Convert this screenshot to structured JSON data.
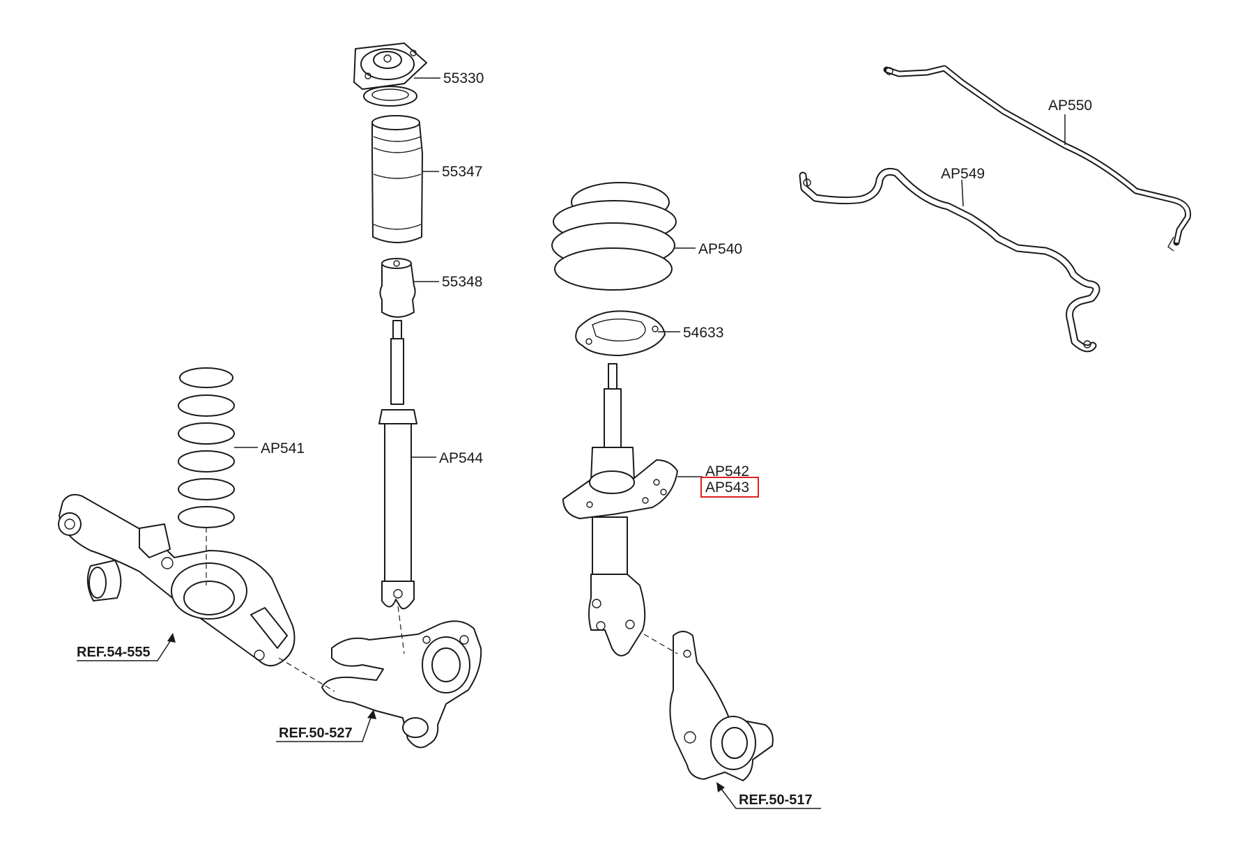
{
  "parts": {
    "p55330": "55330",
    "p55347": "55347",
    "p55348": "55348",
    "pAP544": "AP544",
    "pAP541": "AP541",
    "pAP540": "AP540",
    "p54633": "54633",
    "pAP542": "AP542",
    "pAP543": "AP543",
    "pAP550": "AP550",
    "pAP549": "AP549"
  },
  "refs": {
    "r54555": "REF.54-555",
    "r50527": "REF.50-527",
    "r50517": "REF.50-517"
  },
  "highlight": {
    "part": "AP543",
    "color": "#e02020"
  }
}
